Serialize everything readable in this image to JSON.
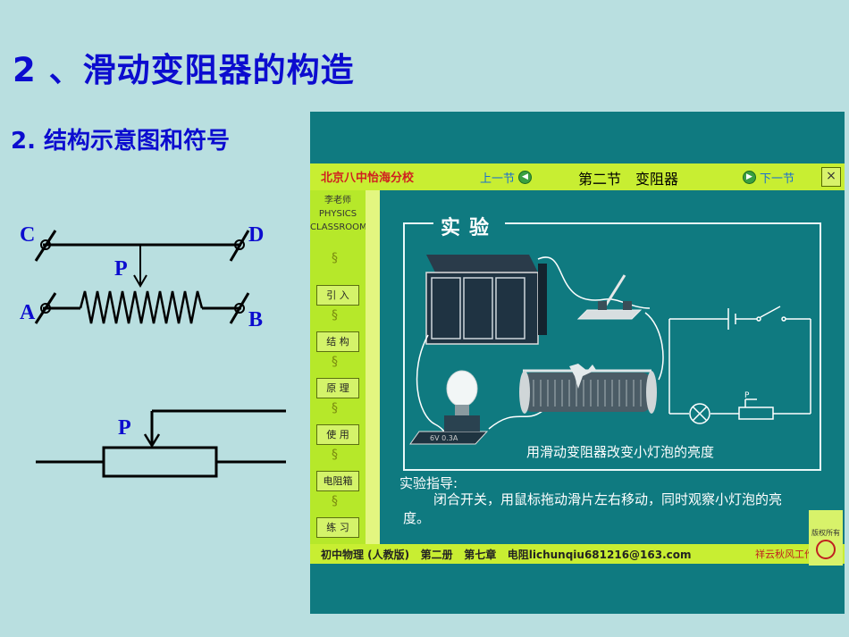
{
  "slide": {
    "title": "2 、滑动变阻器的构造",
    "subtitle": "2. 结构示意图和符号",
    "labels": {
      "c": "C",
      "d": "D",
      "p1": "P",
      "a": "A",
      "b": "B",
      "p2": "P"
    }
  },
  "app": {
    "logo": "北京八中怡海分校",
    "prev": "上一节",
    "section": "第二节　变阻器",
    "next": "下一节",
    "close": "×",
    "teacher": [
      "李老师",
      "PHYSICS",
      "CLASSROOM"
    ],
    "nav": [
      "引 入",
      "结 构",
      "原 理",
      "使 用",
      "电阻箱",
      "练 习"
    ],
    "exp_title": "实验",
    "caption": "用滑动变阻器改变小灯泡的亮度",
    "guide_heading": "实验指导:",
    "guide_text": "闭合开关，用鼠标拖动滑片左右移动，同时观察小灯泡的亮度。",
    "bulb_label": "6V 0.3A",
    "resistor_p": "P",
    "status": "初中物理 (人教版)   第二册   第七章   电阻lichunqiu681216@163.com",
    "status_right": "祥云秋风工作室",
    "corner": "版权所有"
  }
}
